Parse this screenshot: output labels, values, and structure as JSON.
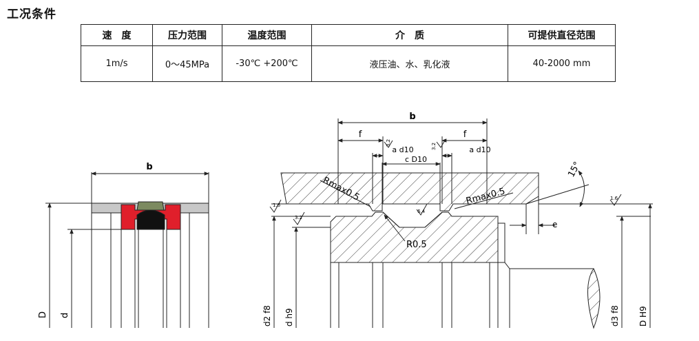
{
  "section_title": "工况条件",
  "table": {
    "headers": [
      "速　度",
      "压力范围",
      "温度范围",
      "介　质",
      "可提供直径范围"
    ],
    "row": [
      "1m/s",
      "0～45MPa",
      "-30℃ +200℃",
      "液压油、水、乳化液",
      "40-2000 mm"
    ]
  },
  "left_drawing": {
    "dim_width": "b",
    "dim_outer": "D",
    "dim_inner": "d"
  },
  "right_drawing": {
    "dim_width": "b",
    "dim_f_left": "f",
    "dim_f_right": "f",
    "dim_a_d10_left": "a d10",
    "dim_a_d10_right": "a d10",
    "dim_c_D10": "c D10",
    "radius_left": "Rmax0.5",
    "radius_right": "Rmax0.5",
    "radius_groove": "R0.5",
    "chamfer_angle": "15°",
    "dim_e": "e",
    "dim_d2": "d2 f8",
    "dim_d": "d h9",
    "dim_d3": "d3 f8",
    "dim_D": "D H9",
    "roughness_1_6_left": "1.6",
    "roughness_1_6_right": "1.6",
    "roughness_3_2_a": "3.2",
    "roughness_3_2_b": "3.2",
    "roughness_3_2_c": "3.2",
    "roughness_6_4": "6.4"
  }
}
